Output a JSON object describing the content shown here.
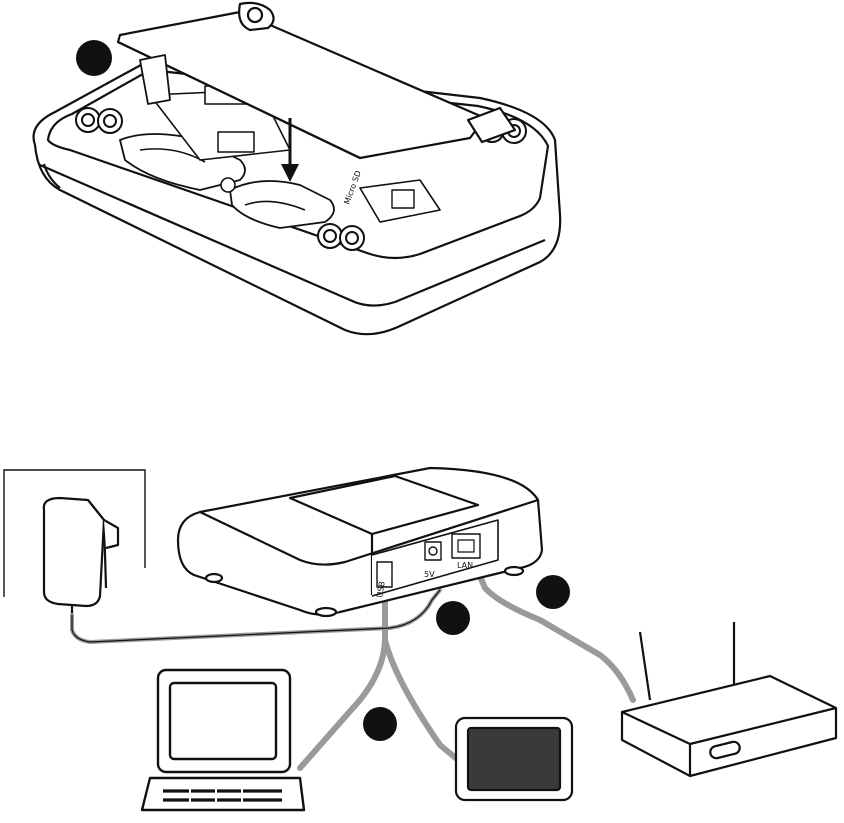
{
  "colors": {
    "ink": "#111111",
    "cable": "#9a9a9a",
    "screen": "#3a3a3a",
    "background": "#ffffff"
  },
  "upper_illustration": {
    "step_marker": {
      "label": ""
    },
    "port_label": "Micro SD"
  },
  "lower_illustration": {
    "step_markers": [
      {
        "id": "power",
        "label": ""
      },
      {
        "id": "lan",
        "label": ""
      },
      {
        "id": "usb",
        "label": ""
      }
    ],
    "port_labels": {
      "power": "5V",
      "lan": "LAN",
      "usb": "USB"
    }
  }
}
